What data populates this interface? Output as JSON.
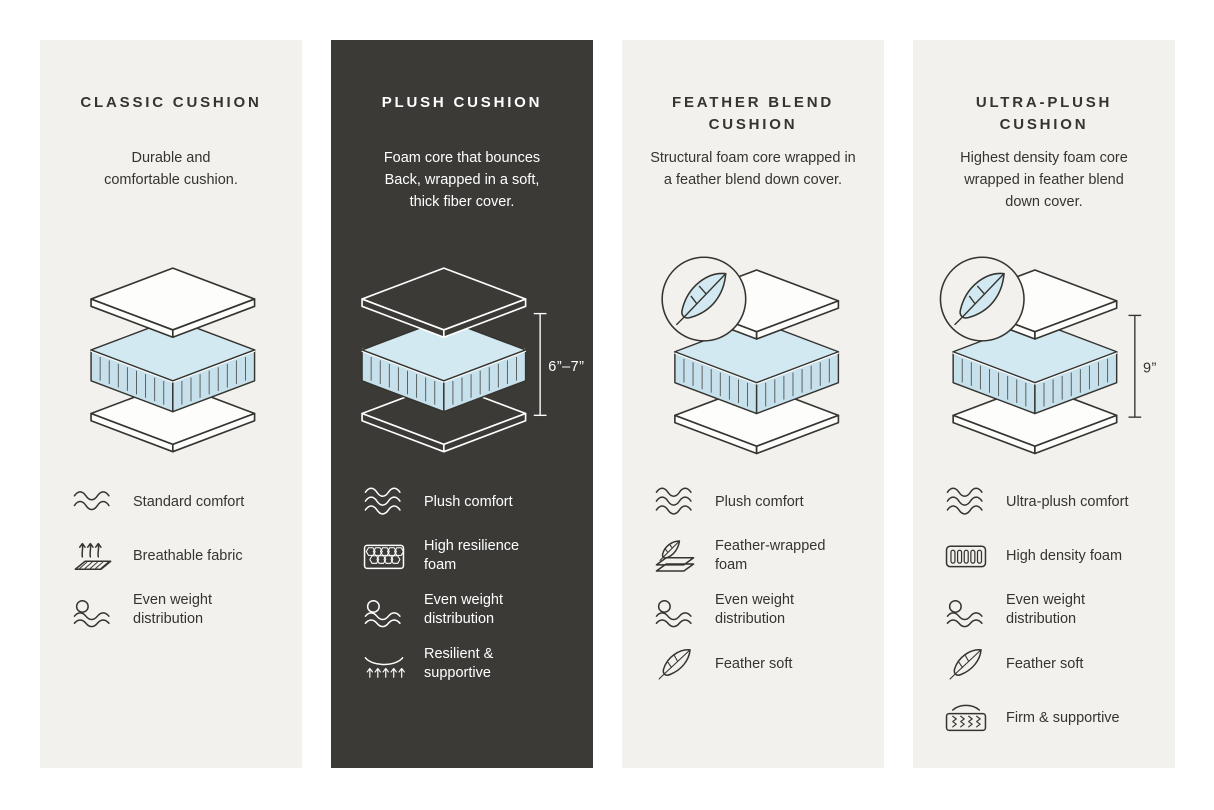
{
  "page": {
    "background": "#ffffff"
  },
  "colors": {
    "card_light": "#f2f1ee",
    "card_dark": "#3b3a37",
    "ink": "#35342f",
    "foam_blue_top": "#d3e9f2",
    "foam_blue_side": "#c6e1ec"
  },
  "cards": [
    {
      "title": "CLASSIC CUSHION",
      "description": "Durable and\ncomfortable cushion.",
      "theme": "light",
      "features": [
        {
          "icon": "comfort-waves",
          "label": "Standard comfort"
        },
        {
          "icon": "breathable-fabric",
          "label": "Breathable fabric"
        },
        {
          "icon": "even-weight",
          "label": "Even weight\ndistribution"
        }
      ]
    },
    {
      "title": "PLUSH CUSHION",
      "description": "Foam core that bounces\nBack, wrapped in a soft,\nthick fiber cover.",
      "theme": "dark",
      "dimension": "6”–7”",
      "features": [
        {
          "icon": "comfort-waves",
          "label": "Plush comfort"
        },
        {
          "icon": "honeycomb-foam",
          "label": "High resilience\nfoam"
        },
        {
          "icon": "even-weight",
          "label": "Even weight\ndistribution"
        },
        {
          "icon": "resilient-springs",
          "label": "Resilient &\nsupportive"
        }
      ]
    },
    {
      "title": "FEATHER BLEND\nCUSHION",
      "description": "Structural foam core wrapped in\na feather blend down cover.",
      "theme": "light",
      "badge": "feather",
      "features": [
        {
          "icon": "comfort-waves",
          "label": "Plush comfort"
        },
        {
          "icon": "feather-wrapped-foam",
          "label": "Feather-wrapped\nfoam"
        },
        {
          "icon": "even-weight",
          "label": "Even weight\ndistribution"
        },
        {
          "icon": "feather",
          "label": "Feather soft"
        }
      ]
    },
    {
      "title": "ULTRA-PLUSH\nCUSHION",
      "description": "Highest density foam core\nwrapped in feather blend\ndown cover.",
      "theme": "light",
      "badge": "feather",
      "dimension": "9”",
      "features": [
        {
          "icon": "comfort-waves",
          "label": "Ultra-plush comfort"
        },
        {
          "icon": "high-density-foam",
          "label": "High density foam"
        },
        {
          "icon": "even-weight",
          "label": "Even weight\ndistribution"
        },
        {
          "icon": "feather",
          "label": "Feather soft"
        },
        {
          "icon": "firm-support",
          "label": "Firm & supportive"
        }
      ]
    }
  ]
}
